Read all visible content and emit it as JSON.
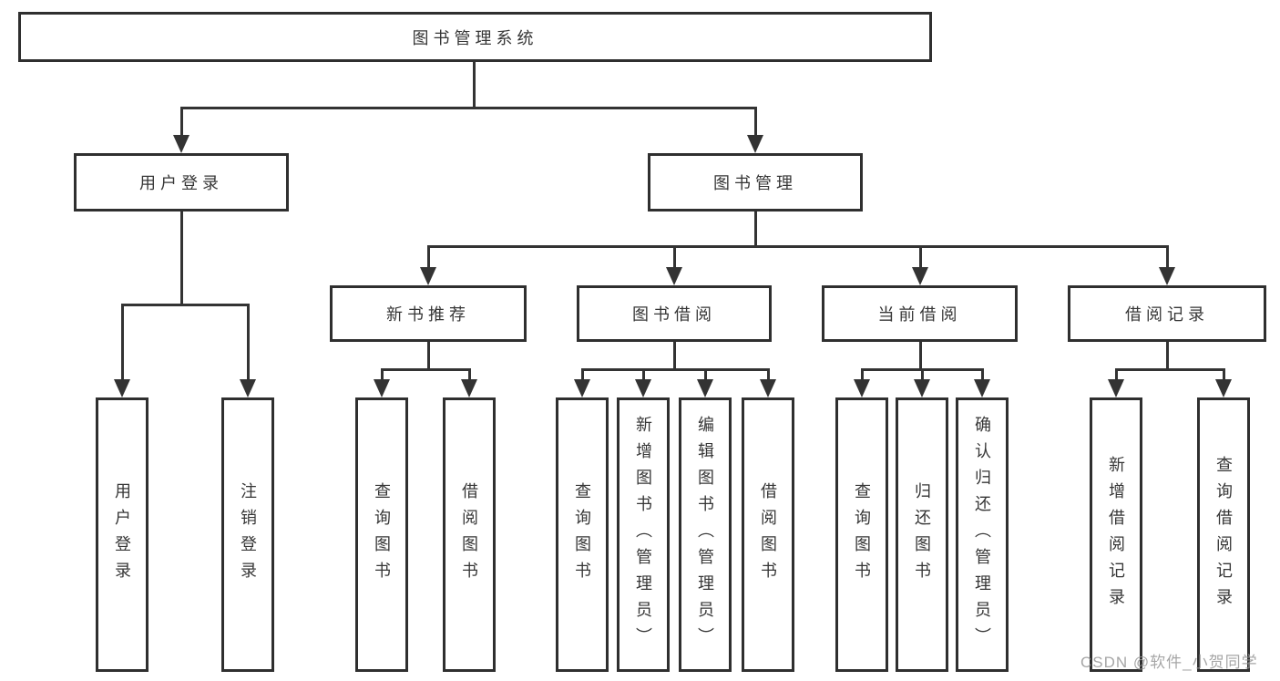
{
  "diagram": {
    "root": {
      "label": "图书管理系统"
    },
    "level2": [
      {
        "id": "user-login",
        "label": "用户登录",
        "parent": "图书管理系统"
      },
      {
        "id": "book-management",
        "label": "图书管理",
        "parent": "图书管理系统"
      }
    ],
    "level3": [
      {
        "id": "new-book-recommend",
        "label": "新书推荐",
        "parent": "图书管理"
      },
      {
        "id": "book-borrowing",
        "label": "图书借阅",
        "parent": "图书管理"
      },
      {
        "id": "current-borrowing",
        "label": "当前借阅",
        "parent": "图书管理"
      },
      {
        "id": "borrowing-records",
        "label": "借阅记录",
        "parent": "图书管理"
      }
    ],
    "leaves": [
      {
        "label": "用户登录",
        "parent": "用户登录"
      },
      {
        "label": "注销登录",
        "parent": "用户登录"
      },
      {
        "label": "查询图书",
        "parent": "新书推荐"
      },
      {
        "label": "借阅图书",
        "parent": "新书推荐"
      },
      {
        "label": "查询图书",
        "parent": "图书借阅"
      },
      {
        "label": "新增图书（管理员）",
        "parent": "图书借阅"
      },
      {
        "label": "编辑图书（管理员）",
        "parent": "图书借阅"
      },
      {
        "label": "借阅图书",
        "parent": "图书借阅"
      },
      {
        "label": "查询图书",
        "parent": "当前借阅"
      },
      {
        "label": "归还图书",
        "parent": "当前借阅"
      },
      {
        "label": "确认归还（管理员）",
        "parent": "当前借阅"
      },
      {
        "label": "新增借阅记录",
        "parent": "借阅记录"
      },
      {
        "label": "查询借阅记录",
        "parent": "借阅记录"
      }
    ],
    "watermark": "CSDN @软件_小贺同学",
    "colors": {
      "line": "#333333",
      "box_border": "#2f2f2f",
      "text": "#363636",
      "watermark": "#969696",
      "background": "#ffffff"
    }
  }
}
